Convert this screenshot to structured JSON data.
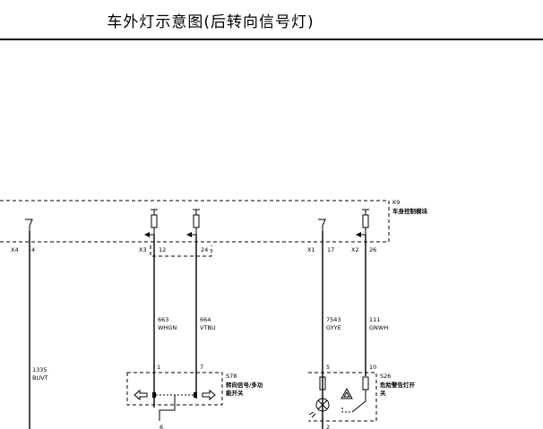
{
  "title": "车外灯示意图(后转向信号灯)",
  "module_k9": {
    "ref": "K9",
    "name": "车身控制模块"
  },
  "connectors": [
    {
      "id": "x4",
      "connector": "X4",
      "pin": "4"
    },
    {
      "id": "x3",
      "connector": "X3",
      "pin": "12"
    },
    {
      "id": "x3b",
      "connector": "",
      "pin": "24"
    },
    {
      "id": "x1",
      "connector": "X1",
      "pin": "17"
    },
    {
      "id": "x2",
      "connector": "X2",
      "pin": "26"
    }
  ],
  "wires": [
    {
      "id": "w1335",
      "circuit": "1335",
      "color": "BUVT"
    },
    {
      "id": "w663",
      "circuit": "663",
      "color": "WHGN"
    },
    {
      "id": "w664",
      "circuit": "664",
      "color": "VTBU"
    },
    {
      "id": "w7543",
      "circuit": "7543",
      "color": "GYYE"
    },
    {
      "id": "w111",
      "circuit": "111",
      "color": "GNWH"
    }
  ],
  "switches": [
    {
      "id": "s78",
      "ref": "S78",
      "line1": "转向信号/多功",
      "line2": "能开关",
      "pin_a": "1",
      "pin_b": "7",
      "pin_c": "6"
    },
    {
      "id": "s26",
      "ref": "S26",
      "line1": "危险警告灯开",
      "line2": "关",
      "pin_a": "5",
      "pin_b": "10",
      "pin_c": "2"
    }
  ]
}
